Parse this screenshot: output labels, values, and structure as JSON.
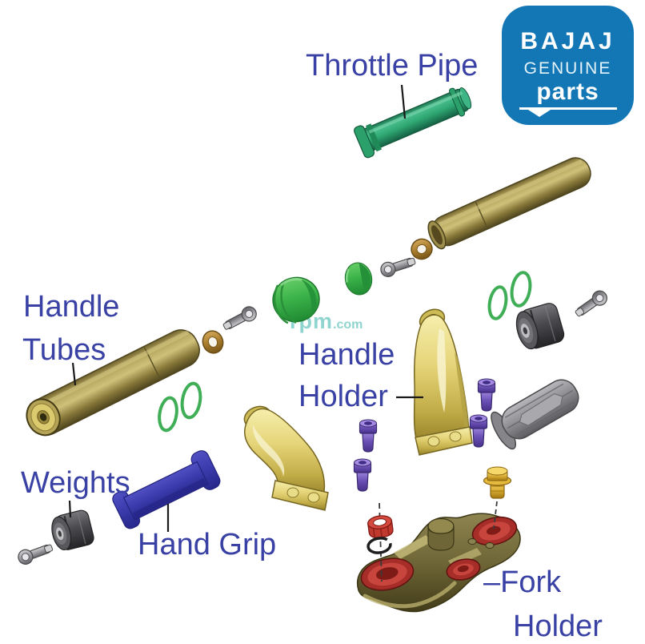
{
  "page": {
    "background": "#ffffff"
  },
  "labels": {
    "color": "#3941a5",
    "throttle_pipe": "Throttle Pipe",
    "handle_tubes": {
      "line1": "Handle",
      "line2": "Tubes"
    },
    "handle_holder": {
      "line1": "Handle",
      "line2": "Holder"
    },
    "weights": "Weights",
    "hand_grip": "Hand Grip",
    "fork_holder": {
      "line1": "–Fork",
      "line2": "Holder"
    }
  },
  "logo": {
    "brand": "BAJAJ",
    "line2": "GENUINE",
    "line3": "parts",
    "bg_color": "#1377b6",
    "text_color": "#ffffff"
  },
  "watermark": {
    "text": "rpm",
    "suffix": ".com",
    "color": "#8ad2cc"
  },
  "parts": {
    "throttle_pipe": {
      "color": "#2fa873"
    },
    "handle_tube_left": {
      "color": "#a89552"
    },
    "handle_tube_right": {
      "color": "#a89552"
    },
    "handle_holder_left": {
      "color": "#ddcc66"
    },
    "handle_holder_right": {
      "color": "#ddcc66"
    },
    "fork_holder": {
      "color": "#6e6636",
      "bore_color": "#c8453e"
    },
    "hand_grip_purple": {
      "color": "#3c3cae"
    },
    "hand_grip_gray": {
      "color": "#8c8c90"
    },
    "bar_end_weight_left": {
      "color": "#4a4a4e"
    },
    "bar_end_weight_right": {
      "color": "#4a4a4e"
    },
    "washers_brass": {
      "count": 2,
      "color": "#a87c2c"
    },
    "o_rings_green": {
      "count": 4,
      "color": "#3fae57"
    },
    "bolts_gray": {
      "count": 4,
      "color": "#9a9a9e"
    },
    "bolts_purple": {
      "count": 4,
      "color": "#6a50b4"
    },
    "grip_caps_green": {
      "count": 2,
      "color": "#3cb34a"
    },
    "bolt_gold_flanged": {
      "color": "#ddb23a"
    },
    "nut_red": {
      "color": "#c0392f"
    },
    "circlip": {
      "color": "#1e1e1e"
    }
  }
}
